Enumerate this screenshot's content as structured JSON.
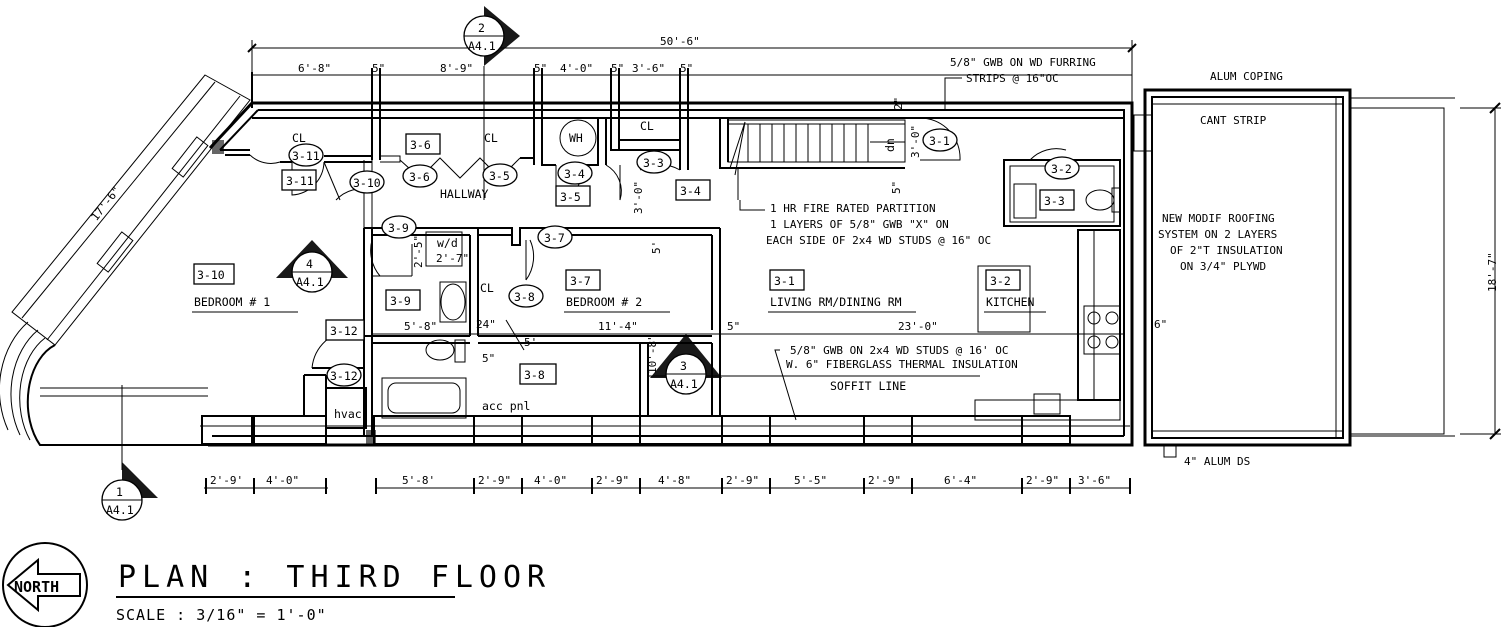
{
  "title": "PLAN : THIRD FLOOR",
  "scale": "SCALE : 3/16\" = 1'-0\"",
  "north": "NORTH",
  "rooms": {
    "hallway": "HALLWAY",
    "bedroom1": "BEDROOM # 1",
    "bedroom2": "BEDROOM # 2",
    "living": "LIVING RM/DINING RM",
    "kitchen": "KITCHEN",
    "wh": "WH",
    "cl_a": "CL",
    "cl_b": "CL",
    "cl_c": "CL",
    "cl_d": "CL",
    "wd": "w/d",
    "hvac": "hvac",
    "dn": "dn",
    "accpnl": "acc pnl",
    "soffit": "SOFFIT LINE"
  },
  "tags": {
    "c311": "3-11",
    "c310": "3-10",
    "c36": "3-6",
    "c35": "3-5",
    "c34": "3-4",
    "c33": "3-3",
    "c31": "3-1",
    "c32": "3-2",
    "c39": "3-9",
    "c37": "3-7",
    "c38": "3-8",
    "c312": "3-12",
    "r311": "3-11",
    "r36": "3-6",
    "r35": "3-5",
    "r34": "3-4",
    "r33": "3-3",
    "r310": "3-10",
    "r39": "3-9",
    "r37": "3-7",
    "r31": "3-1",
    "r32": "3-2",
    "r312": "3-12",
    "r38": "3-8"
  },
  "sections": {
    "s2": {
      "num": "2",
      "sheet": "A4.1"
    },
    "s4": {
      "num": "4",
      "sheet": "A4.1"
    },
    "s3": {
      "num": "3",
      "sheet": "A4.1"
    },
    "s1": {
      "num": "1",
      "sheet": "A4.1"
    }
  },
  "dims_top": {
    "overall": "50'-6\"",
    "d1": "6'-8\"",
    "d2": "5\"",
    "d3": "8'-9\"",
    "d4": "5\"",
    "d5": "4'-0\"",
    "d6": "5\"",
    "d7": "3'-6\"",
    "d8": "5\""
  },
  "dims_bottom": {
    "b1": "2'-9'",
    "b2": "4'-0\"",
    "b3": "5'-8'",
    "b4": "2'-9\"",
    "b5": "4'-0\"",
    "b6": "2'-9\"",
    "b7": "4'-8\"",
    "b8": "2'-9\"",
    "b9": "5'-5\"",
    "b10": "2'-9\"",
    "b11": "6'-4\"",
    "b12": "2'-9\"",
    "b13": "3'-6\""
  },
  "dims_interior": {
    "i1": "5'-8\"",
    "i2": "24\"",
    "i3": "11'-4\"",
    "i4": "5\"",
    "i5": "23'-0\"",
    "i6": "5'",
    "i7": "5\"",
    "i8": "2'-7\"",
    "i9": "2'-5\"",
    "i10": "3'-0\"",
    "i11": "5'",
    "i12": "3'-0\"",
    "i13": "5\"",
    "i14": "2\"",
    "i15": "10'-8\"",
    "i16": "6\"",
    "i17": "18'-7\"",
    "i18": "17'-6\""
  },
  "notes": {
    "n1a": "5/8\" GWB ON WD FURRING",
    "n1b": "STRIPS @ 16\"OC",
    "n2a": "1 HR FIRE RATED PARTITION",
    "n2b": "1 LAYERS OF 5/8\" GWB \"X\" ON",
    "n2c": "EACH SIDE OF 2x4 WD STUDS @ 16\" OC",
    "n3a": "5/8\" GWB ON 2x4 WD STUDS @ 16' OC",
    "n3b": "W. 6\" FIBERGLASS THERMAL INSULATION",
    "n4": "ALUM COPING",
    "n5": "CANT STRIP",
    "n6a": "NEW MODIF ROOFING",
    "n6b": "SYSTEM ON 2 LAYERS",
    "n6c": "OF 2\"T INSULATION",
    "n6d": "ON 3/4\" PLYWD",
    "n7": "4\" ALUM DS"
  }
}
